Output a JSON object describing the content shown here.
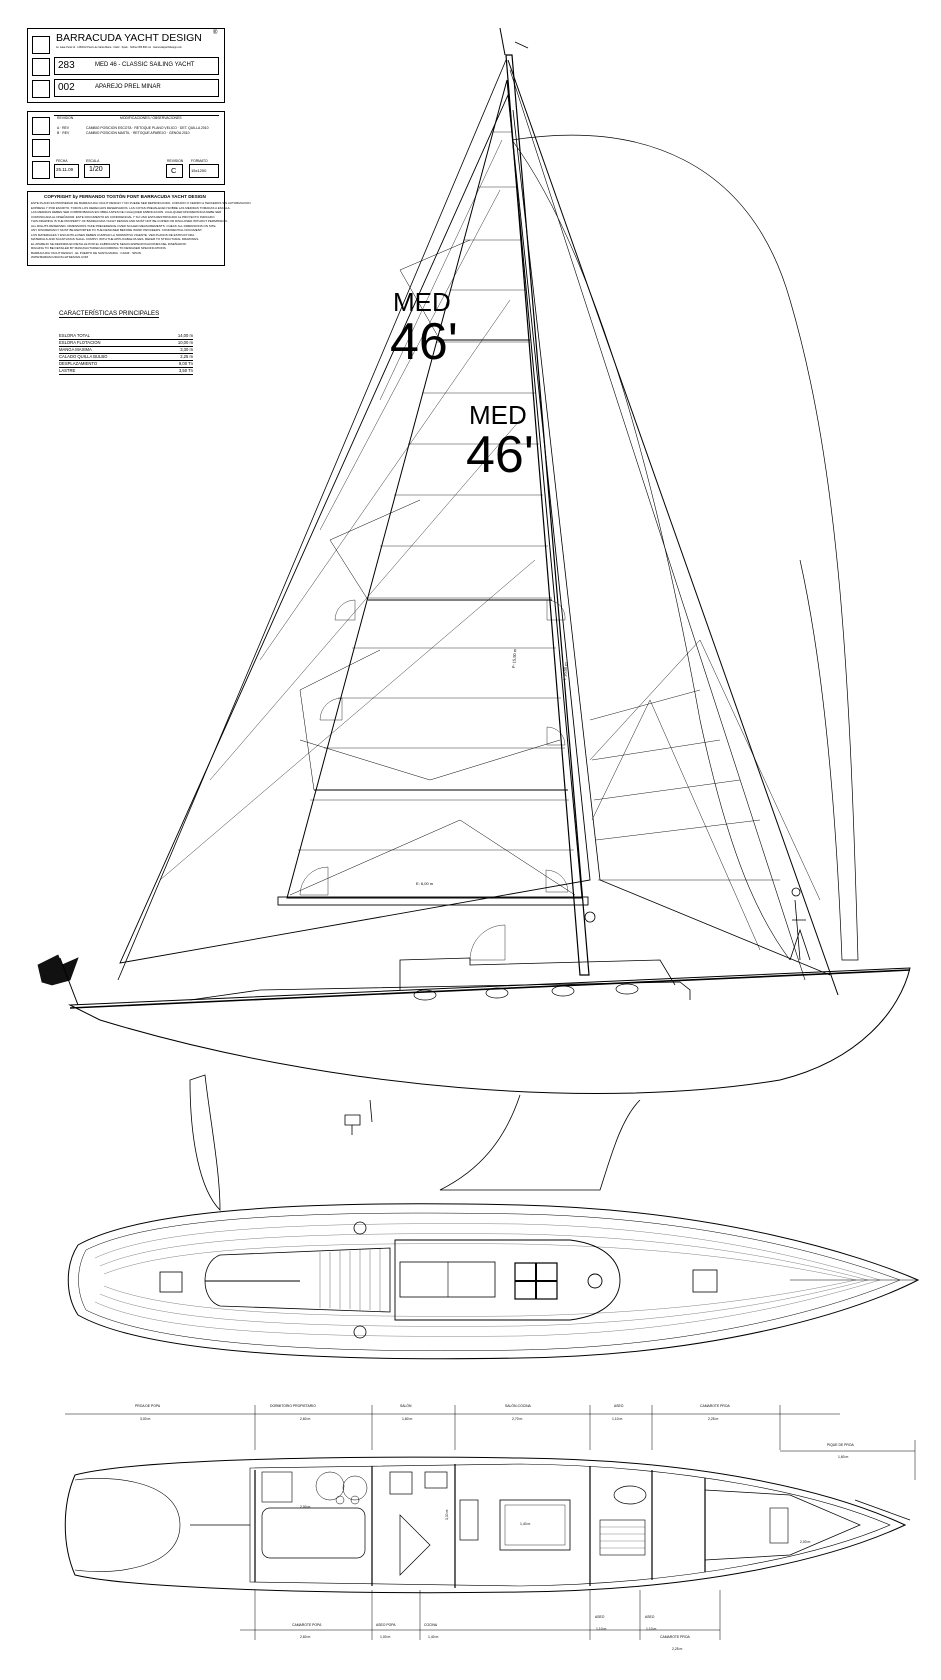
{
  "title_block": {
    "company": "BARRACUDA YACHT DESIGN",
    "company_mark": "®",
    "company_address_line": "Av. Isaac Peral 14 · 11500 El Puerto de Santa María · Cádiz · Spain · Tel/Fax 956 860 xxx · barracudayachtdesign.com",
    "project_number": "283",
    "project_name": "MED 46 - CLASSIC SAILING YACHT",
    "drawing_number": "002",
    "drawing_name": "APAREJO PREL MINAR"
  },
  "revision_block": {
    "header_rev": "REVISION",
    "header_desc": "MODIFICACIONES / OBSERVACIONES",
    "rev_rows": [
      {
        "rev": "A · REV",
        "desc": "CAMBIO POSICION ESCOTA · RETOQUE PLANO VELICO · DET. QUILLA 2010"
      },
      {
        "rev": "B · REV",
        "desc": "CAMBIO POSICION MASTIL · RETOQUE APAREJO · GENOA 2010"
      }
    ],
    "fields": [
      {
        "label": "FECHA",
        "value": "25.11.09"
      },
      {
        "label": "ESCALA",
        "value": "1/20"
      },
      {
        "label": "REVISION",
        "value": "C"
      },
      {
        "label": "FORMATO",
        "value": "15x1200"
      }
    ]
  },
  "copyright": {
    "title": "COPYRIGHT by FERNANDO TOSTÓN FONT BARRACUDA YACHT DESIGN",
    "lines": [
      "ESTE PLANO ES PROPIEDAD DE BARRACUDA YACHT DESIGN Y NO PUEDE SER REPRODUCIDO, COPIADO O CEDIDO A TERCEROS SIN AUTORIZACION",
      "EXPRESA Y POR ESCRITO. TODOS LOS DERECHOS RESERVADOS. LAS COTAS PREVALECEN SOBRE LAS MEDIDAS TOMADAS A ESCALA.",
      "LAS MEDIDAS DEBEN SER COMPROBADAS EN OBRA ANTES DE CUALQUIER FABRICACION. CUALQUIER DISCREPANCIA DEBE SER",
      "COMUNICADA AL DISEÑADOR. ESTE DOCUMENTO ES CONFIDENCIAL Y SU USO ESTA RESTRINGIDO AL PROYECTO INDICADO.",
      "THIS DRAWING IS THE PROPERTY OF BARRACUDA YACHT DESIGN AND MUST NOT BE COPIED OR DISCLOSED WITHOUT PERMISSION.",
      "ALL RIGHTS RESERVED. DIMENSIONS TAKE PRECEDENCE OVER SCALED MEASUREMENTS. CHECK ALL DIMENSIONS ON SITE.",
      "ANY DISCREPANCY MUST BE REPORTED TO THE DESIGNER BEFORE WORK PROCEEDS. CONFIDENTIAL DOCUMENT.",
      "LOS MATERIALES Y ESCANTILLONES DEBEN CUMPLIR LA NORMATIVA VIGENTE. VER PLANOS DE ESTRUCTURA.",
      "MATERIALS AND SCANTLINGS SHALL COMPLY WITH THE APPLICABLE RULES. REFER TO STRUCTURAL DRAWINGS.",
      "EL APAREJO SE DEFINIRA EN DETALLE POR EL FABRICANTE SEGUN ESPECIFICACIONES DEL DISEÑADOR.",
      "RIGGING TO BE DETAILED BY MANUFACTURER ACCORDING TO DESIGNER SPECIFICATIONS.",
      "BARRACUDA YACHT DESIGN · EL PUERTO DE SANTA MARIA · CADIZ · SPAIN",
      "WWW.BARRACUDAYACHTDESIGN.COM"
    ]
  },
  "specs": {
    "heading": "CARACTERÍSTICAS PRINCIPALES",
    "rows": [
      {
        "label": "ESLORA TOTAL",
        "value": "14,00 m"
      },
      {
        "label": "ESLORA FLOTACION",
        "value": "10,00 m"
      },
      {
        "label": "MANGA MAXIMA",
        "value": "3,30 m"
      },
      {
        "label": "CALADO QUILLA BULBO",
        "value": "2,25 m"
      },
      {
        "label": "DESPLAZAMIENTO",
        "value": "9,00 Tn"
      },
      {
        "label": "LASTRE",
        "value": "3,50 Tn"
      }
    ]
  },
  "sail_marks": [
    {
      "name": "MED",
      "number": "46'"
    },
    {
      "name": "MED",
      "number": "46'"
    }
  ],
  "rig_dims": {
    "p": "P: 15,50 m",
    "i": "I: 16,00 m",
    "e": "E: 6,00 m"
  },
  "plan_dims_top": [
    {
      "label": "PROA DE POPA",
      "value": "3,00 m"
    },
    {
      "label": "DORMITORIO PROPIETARIO",
      "value": "2,60 m"
    },
    {
      "label": "SALÓN",
      "value": "1,60 m"
    },
    {
      "label": "SALÓN-COCINA",
      "value": "2,70 m"
    },
    {
      "label": "ASEO",
      "value": "1,10 m"
    },
    {
      "label": "CAMAROTE PROA",
      "value": "2,25 m"
    },
    {
      "label": "PIQUE DE PROA",
      "value": "1,60 m"
    }
  ],
  "plan_dims_bottom": [
    {
      "label": "CAMAROTE POPA",
      "value": "2,60 m"
    },
    {
      "label": "ASEO POPA",
      "value": "1,00 m"
    },
    {
      "label": "COCINA",
      "value": "1,40 m"
    },
    {
      "label": "ASEO",
      "value": "1,10 m"
    },
    {
      "label": "ASEO",
      "value": "1,10 m"
    },
    {
      "label": "CAMAROTE PROA",
      "value": "2,25 m"
    }
  ],
  "plan_labels": {
    "beam": "3,30 m",
    "berth": "2,00 m",
    "table": "1,40 m",
    "berth_fwd": "2,00 m"
  },
  "colors": {
    "line": "#000000",
    "background": "#ffffff",
    "flag": "#111111"
  }
}
